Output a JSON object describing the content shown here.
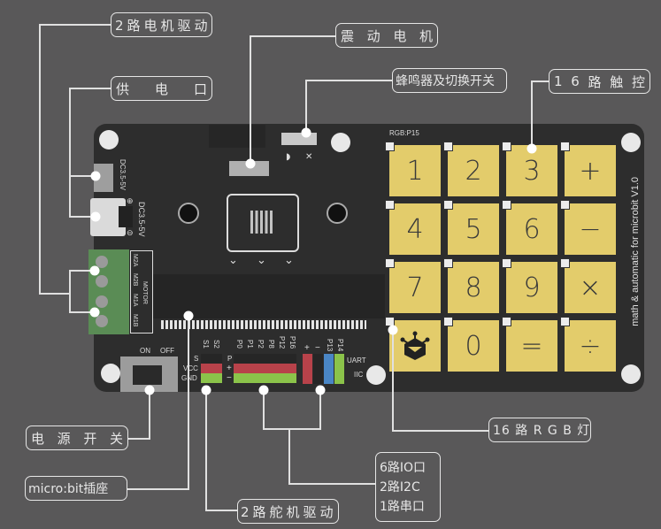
{
  "callouts": {
    "motor_drive": "2路电机驱动",
    "power_port": [
      "供",
      "电",
      "口"
    ],
    "vibration_motor": [
      "震",
      "动",
      "电",
      "机"
    ],
    "buzzer_switch": "蜂鸣器及切换开关",
    "touch16": [
      "1",
      "6",
      "路",
      "触",
      "控"
    ],
    "power_switch": [
      "电",
      "源",
      "开",
      "关"
    ],
    "microbit_socket": "micro:bit插座",
    "servo_drive": "2路舵机驱动",
    "rgb16": "16 路 R G B 灯",
    "io_ports": [
      "6路IO口",
      "2路I2C",
      "1路串口"
    ]
  },
  "board": {
    "title": "math & automatic for microbit V1.0",
    "rgb_label": "RGB:P15",
    "dc_label_1": "DC3.5-5V",
    "dc_label_2": "DC3.5-5V",
    "motor_labels": [
      "M2A",
      "M2B",
      "M1A",
      "M1B"
    ],
    "motor_group_label": "MOTOR",
    "switch_on": "ON",
    "switch_off": "OFF",
    "servo_row_labels": [
      "S",
      "VCC",
      "GND"
    ],
    "servo_cols": [
      "S1",
      "S2"
    ],
    "io_row_labels": [
      "P",
      "+",
      "−"
    ],
    "io_cols": [
      "P0",
      "P1",
      "P2",
      "P8",
      "P12",
      "P16"
    ],
    "i2c_cols": [
      "+",
      "−",
      "P13",
      "P14"
    ],
    "uart_label": "UART",
    "iic_label": "IIC",
    "polarity_plus": "⊕",
    "polarity_minus": "⊖"
  },
  "keypad": [
    "1",
    "2",
    "3",
    "+",
    "4",
    "5",
    "6",
    "−",
    "7",
    "8",
    "9",
    "×",
    "logo",
    "0",
    "=",
    "÷"
  ],
  "colors": {
    "background": "#595859",
    "board": "#2d2d2d",
    "key": "#e3cc6b",
    "red_header": "#b8424a",
    "green_header": "#8bc34a",
    "blue_header": "#4a86c5",
    "terminal_green": "#5a8c55"
  }
}
